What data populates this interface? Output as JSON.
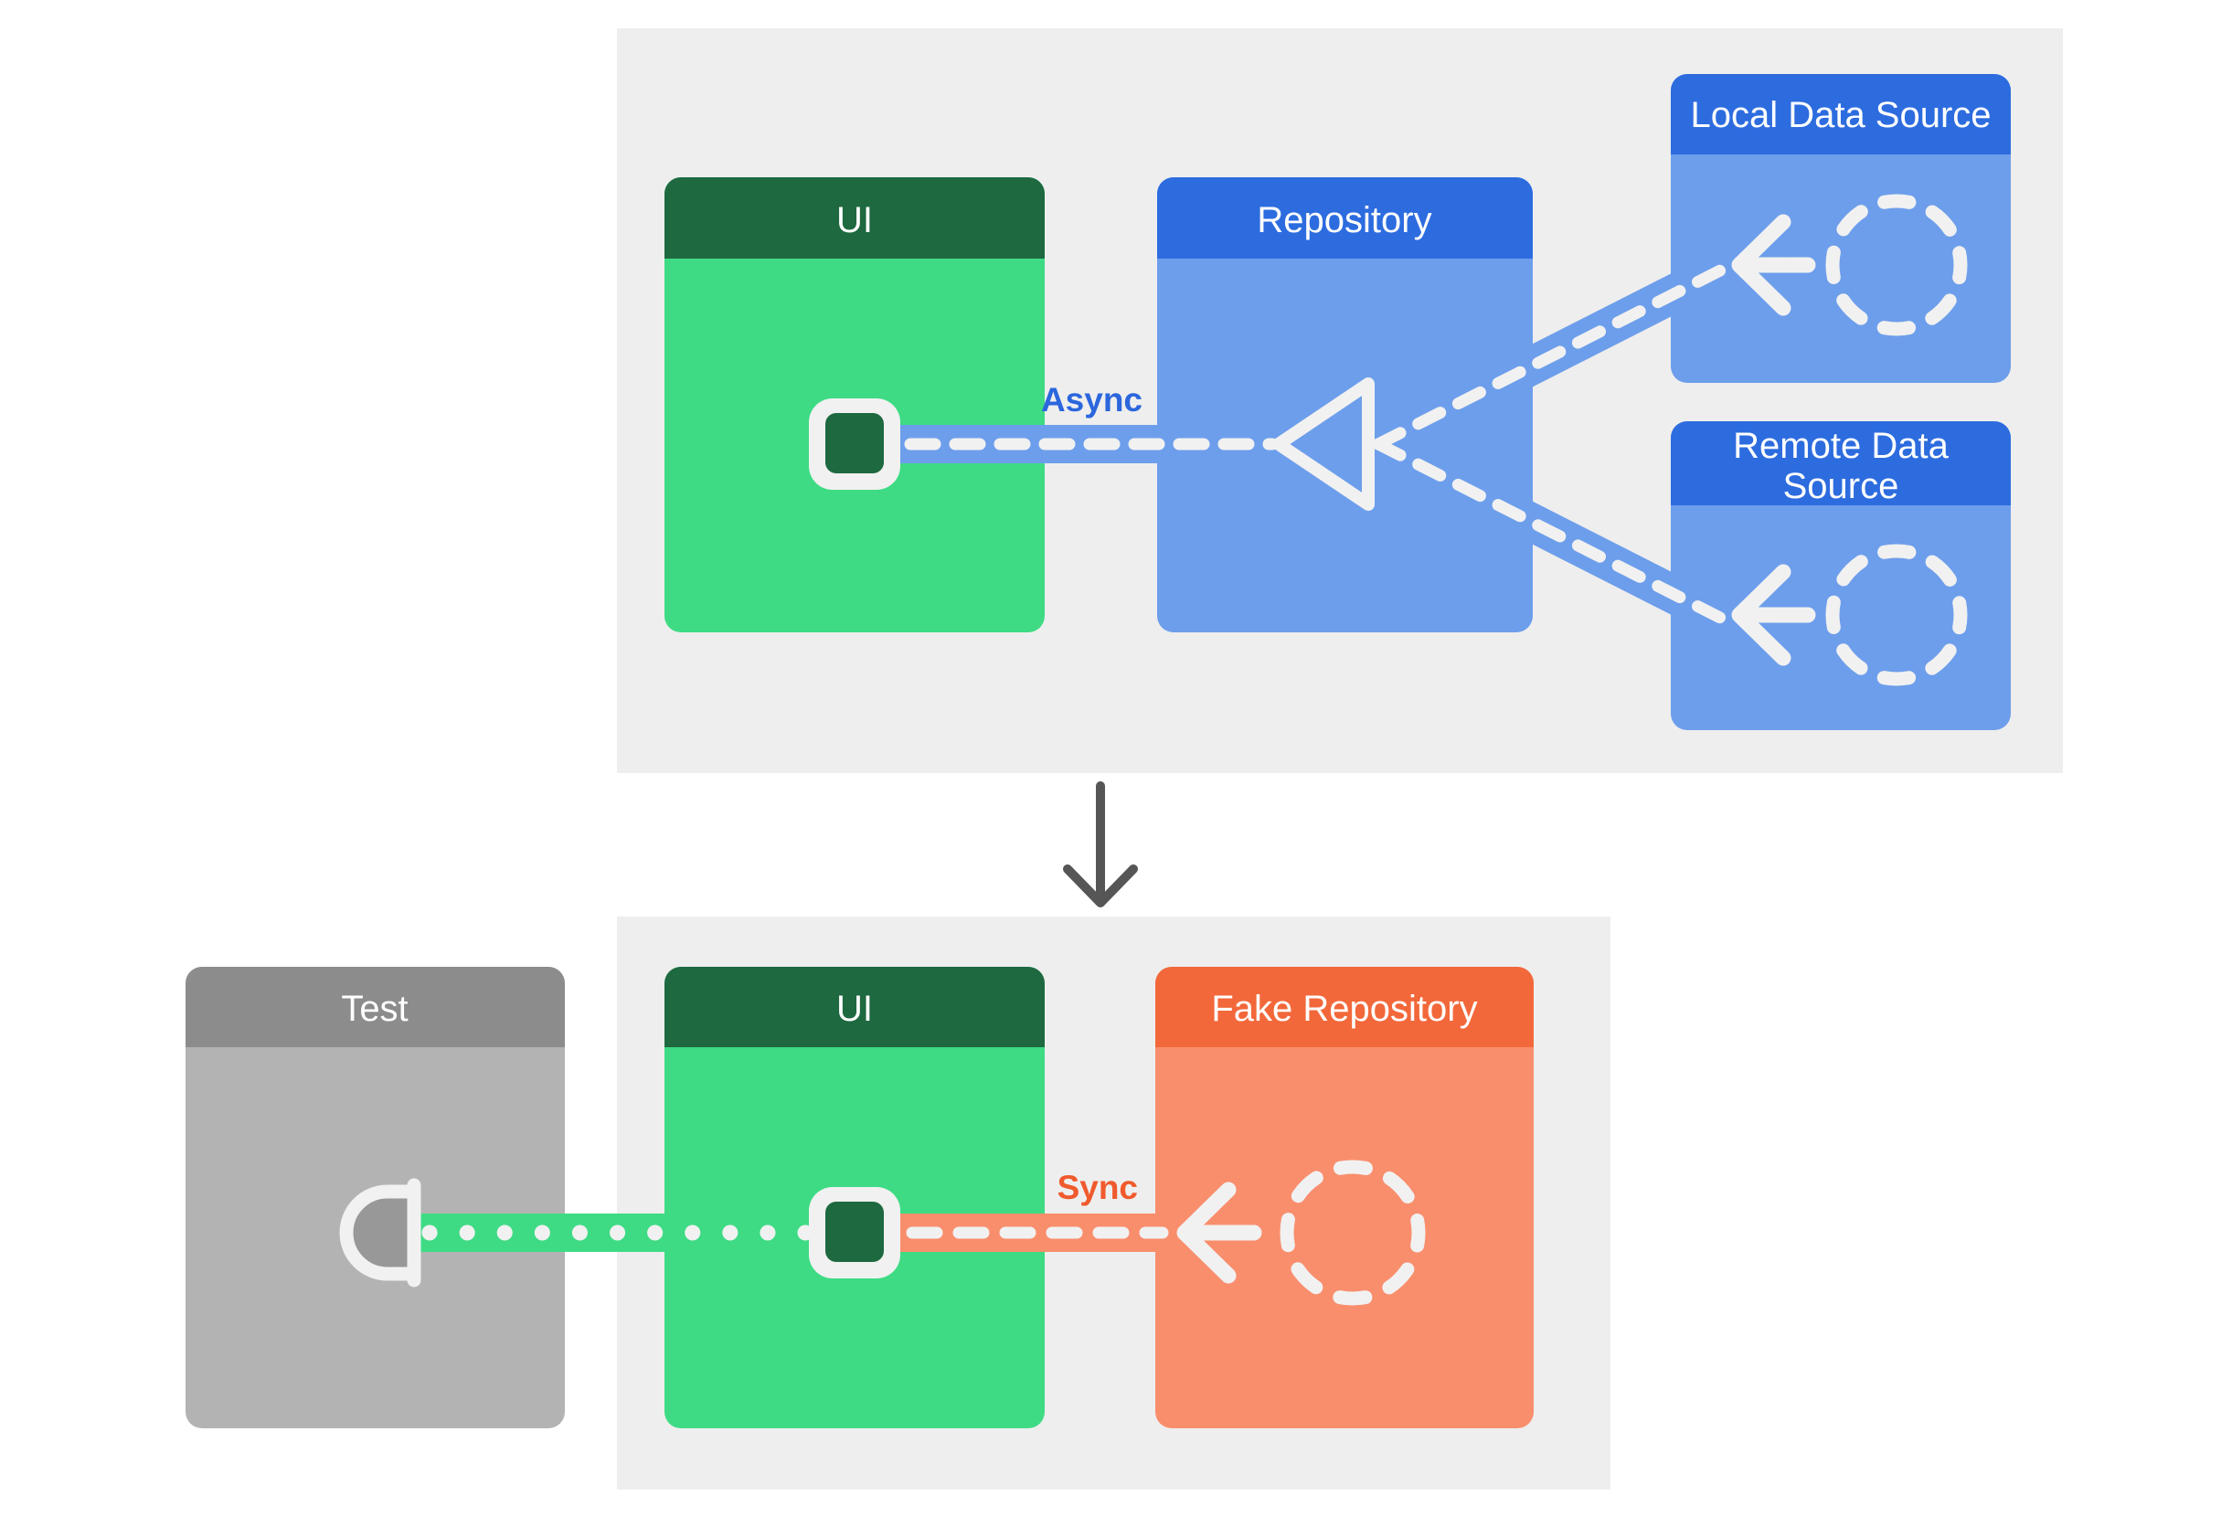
{
  "top_panel": {
    "ui": {
      "title": "UI"
    },
    "repository": {
      "title": "Repository"
    },
    "local_data_source": {
      "title": "Local Data Source"
    },
    "remote_data_source": {
      "title_line1": "Remote Data",
      "title_line2": "Source"
    },
    "connection_label": "Async"
  },
  "bottom_panel": {
    "test": {
      "title": "Test"
    },
    "ui": {
      "title": "UI"
    },
    "fake_repository": {
      "title": "Fake Repository"
    },
    "connection_label": "Sync"
  },
  "colors": {
    "panel_bg": "#eeeeee",
    "green_header": "#1e6940",
    "green_body": "#3edb84",
    "blue_header": "#2d6cdf",
    "blue_body": "#6d9eeb",
    "orange_header": "#f2683a",
    "orange_body": "#f98e6d",
    "gray_header": "#8c8c8c",
    "gray_body": "#b3b3b3",
    "socket_fill": "#989898",
    "glyph_white": "#f1f1f1",
    "async_label": "#2b66dd",
    "sync_label": "#f05a2d",
    "down_arrow": "#565656"
  }
}
